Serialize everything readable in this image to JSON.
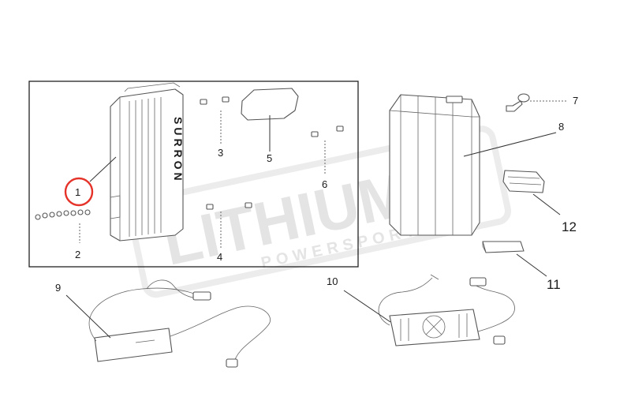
{
  "watermark": {
    "line1": "LITHIUM",
    "line2": "POWERSPORTS"
  },
  "battery_brand": "SURRON",
  "callouts": {
    "p1": "1",
    "p2": "2",
    "p3": "3",
    "p4": "4",
    "p5": "5",
    "p6": "6",
    "p7": "7",
    "p8": "8",
    "p9": "9",
    "p10": "10",
    "p11": "11",
    "p12": "12"
  },
  "colors": {
    "highlight_circle": "#e5332a",
    "frame": "#222222",
    "watermark": "#e4e4e4"
  }
}
